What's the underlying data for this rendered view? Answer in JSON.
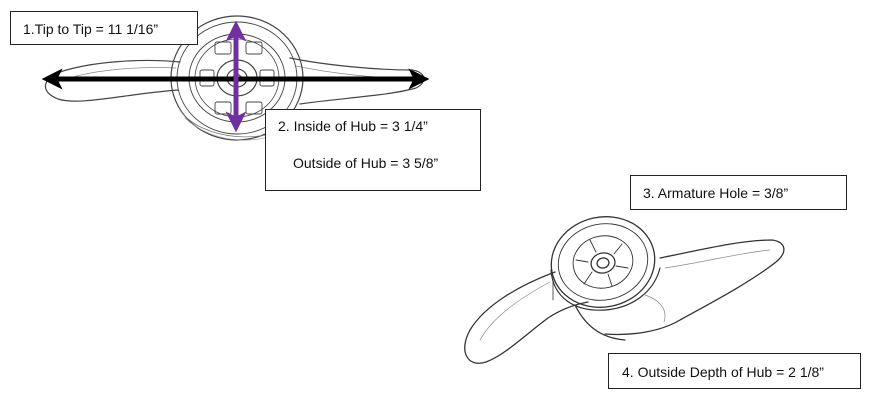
{
  "labels": {
    "tip_to_tip": "1.Tip to Tip = 11 1/16”",
    "inside_hub": "2. Inside of  Hub = 3 1/4”",
    "outside_hub": "Outside of Hub = 3 5/8”",
    "armature_hole": "3. Armature Hole = 3/8”",
    "outside_depth": "4. Outside Depth of Hub = 2 1/8”"
  },
  "colors": {
    "horizontal_arrow": "#000000",
    "vertical_arrow": "#7030a0",
    "sketch_line": "#444444"
  }
}
